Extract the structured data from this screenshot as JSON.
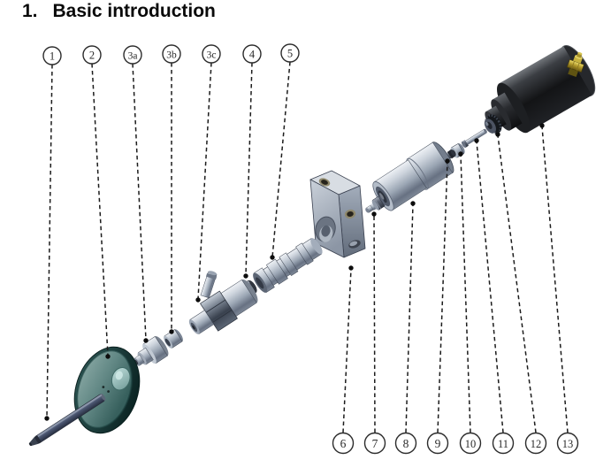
{
  "heading": {
    "number": "1.",
    "text": "Basic introduction"
  },
  "callouts": {
    "top": [
      {
        "label": "1"
      },
      {
        "label": "2"
      },
      {
        "label": "3a"
      },
      {
        "label": "3b"
      },
      {
        "label": "3c"
      },
      {
        "label": "4"
      },
      {
        "label": "5"
      }
    ],
    "bottom": [
      {
        "label": "6"
      },
      {
        "label": "7"
      },
      {
        "label": "8"
      },
      {
        "label": "9"
      },
      {
        "label": "10"
      },
      {
        "label": "11"
      },
      {
        "label": "12"
      },
      {
        "label": "13"
      }
    ]
  },
  "colors": {
    "background": "#ffffff",
    "leader_line": "#1c1c1c",
    "steel_mid": "#9ba6b4",
    "steel_dark": "#5f6a7b",
    "rod_slate": "#4a5570",
    "disc_teal_face": "#628885",
    "disc_teal_rim": "#16403e",
    "housing_black": "#1b1c1f",
    "brass_gold": "#b29a2c",
    "block_bronze_hole": "#8f886b",
    "text": "#0a0a0a"
  }
}
